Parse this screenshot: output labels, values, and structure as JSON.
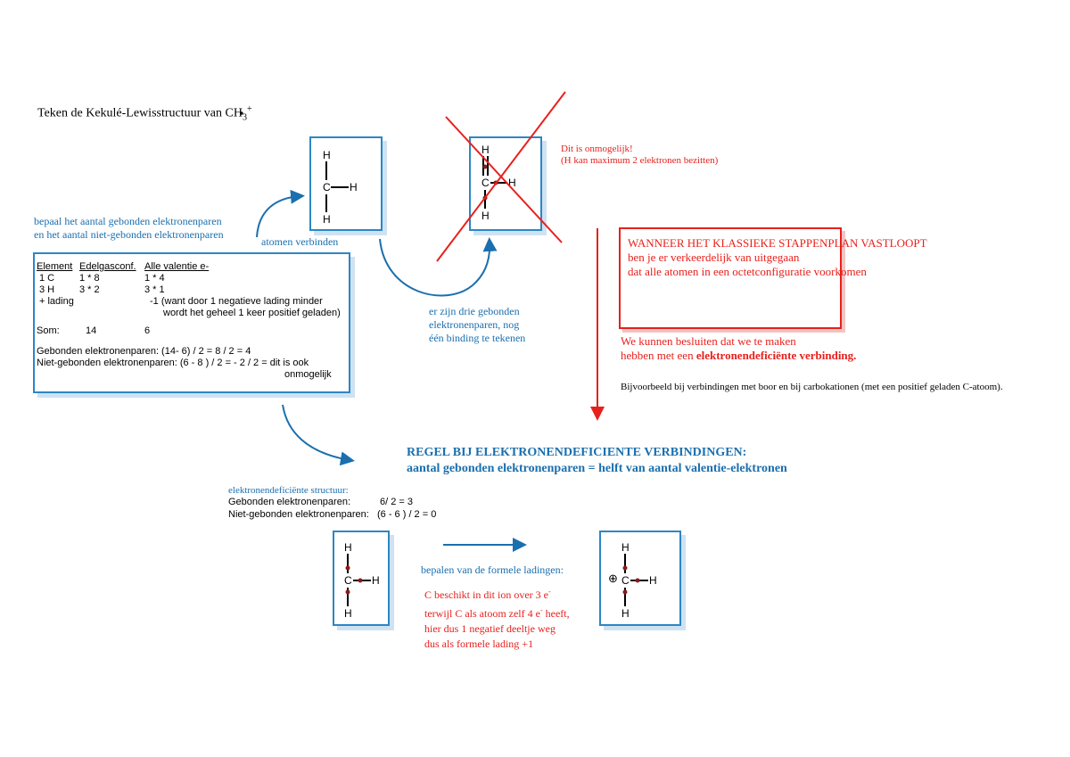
{
  "title": {
    "text": "Teken de Kekulé-Lewisstructuur van ",
    "formula": "CH",
    "sub": "3",
    "sup": "+"
  },
  "atoms": {
    "H": "H",
    "C": "C",
    "plus": "⊕"
  },
  "left_note": {
    "line1": "bepaal het aantal gebonden elektronenparen",
    "line2": "en het aantal niet-gebonden elektronenparen"
  },
  "arrow_label_connect": "atomen verbinden",
  "table": {
    "headers": [
      "Element",
      "Edelgasconf.",
      "Alle valentie e-"
    ],
    "rows": [
      [
        "1 C",
        "1 * 8",
        "1 * 4"
      ],
      [
        "3 H",
        "3 * 2",
        "3 * 1"
      ]
    ],
    "charge_label": "+ lading",
    "charge_value": "-1 (want door 1 negatieve lading minder",
    "charge_value2": "wordt het geheel 1 keer positief geladen)",
    "sum_label": "Som:",
    "sum_edelgas": "14",
    "sum_valentie": "6",
    "bonded": "Gebonden elektronenparen:     (14- 6) / 2 = 8 / 2 = 4",
    "nonbonded": "Niet-gebonden elektronenparen:     (6 - 8  ) / 2 = - 2 / 2 =  dit is ook",
    "nonbonded2": "onmogelijk"
  },
  "impossible": {
    "line1": "Dit is onmogelijk!",
    "line2": "(H kan maximum 2 elektronen bezitten)"
  },
  "three_pairs": {
    "line1": "er zijn drie gebonden",
    "line2": "elektronenparen, nog",
    "line3": "één binding te tekenen"
  },
  "warning_box": {
    "line1": "WANNEER HET KLASSIEKE STAPPENPLAN VASTLOOPT",
    "line2": "ben je er verkeerdelijk van uitgegaan",
    "line3": "dat alle atomen in een octetconfiguratie voorkomen"
  },
  "conclusion": {
    "line1": "We kunnen besluiten dat we te maken",
    "line2_plain": "hebben met een ",
    "line2_bold": "elektronendeficiënte verbinding."
  },
  "example": "Bijvoorbeeld bij verbindingen met boor en bij carbokationen (met een positief geladen C-atoom).",
  "rule": {
    "line1": "REGEL BIJ ELEKTRONENDEFICIENTE VERBINDINGEN:",
    "line2": "aantal gebonden elektronenparen = helft van aantal valentie-elektronen"
  },
  "deficient": {
    "heading": "elektronendeficiënte structuur:",
    "bonded_label": "Gebonden elektronenparen:",
    "bonded_calc": "6/ 2 =  3",
    "nonbonded_label": "Niet-gebonden elektronenparen:",
    "nonbonded_calc": "(6 - 6 ) / 2 = 0"
  },
  "formal_charge_title": "bepalen van de formele ladingen:",
  "formal_charge": {
    "line1": "C beschikt in dit ion over 3 e",
    "line2a": "terwijl C als atoom zelf 4 e",
    "line2b": " heeft,",
    "line3": "hier dus 1 negatief deeltje weg",
    "line4": "dus als formele lading +1",
    "sup_minus": "-"
  },
  "colors": {
    "blue": "#1a6fae",
    "red": "#e8201c",
    "box_border": "#2d86c6",
    "dot": "#8b1a1a"
  }
}
